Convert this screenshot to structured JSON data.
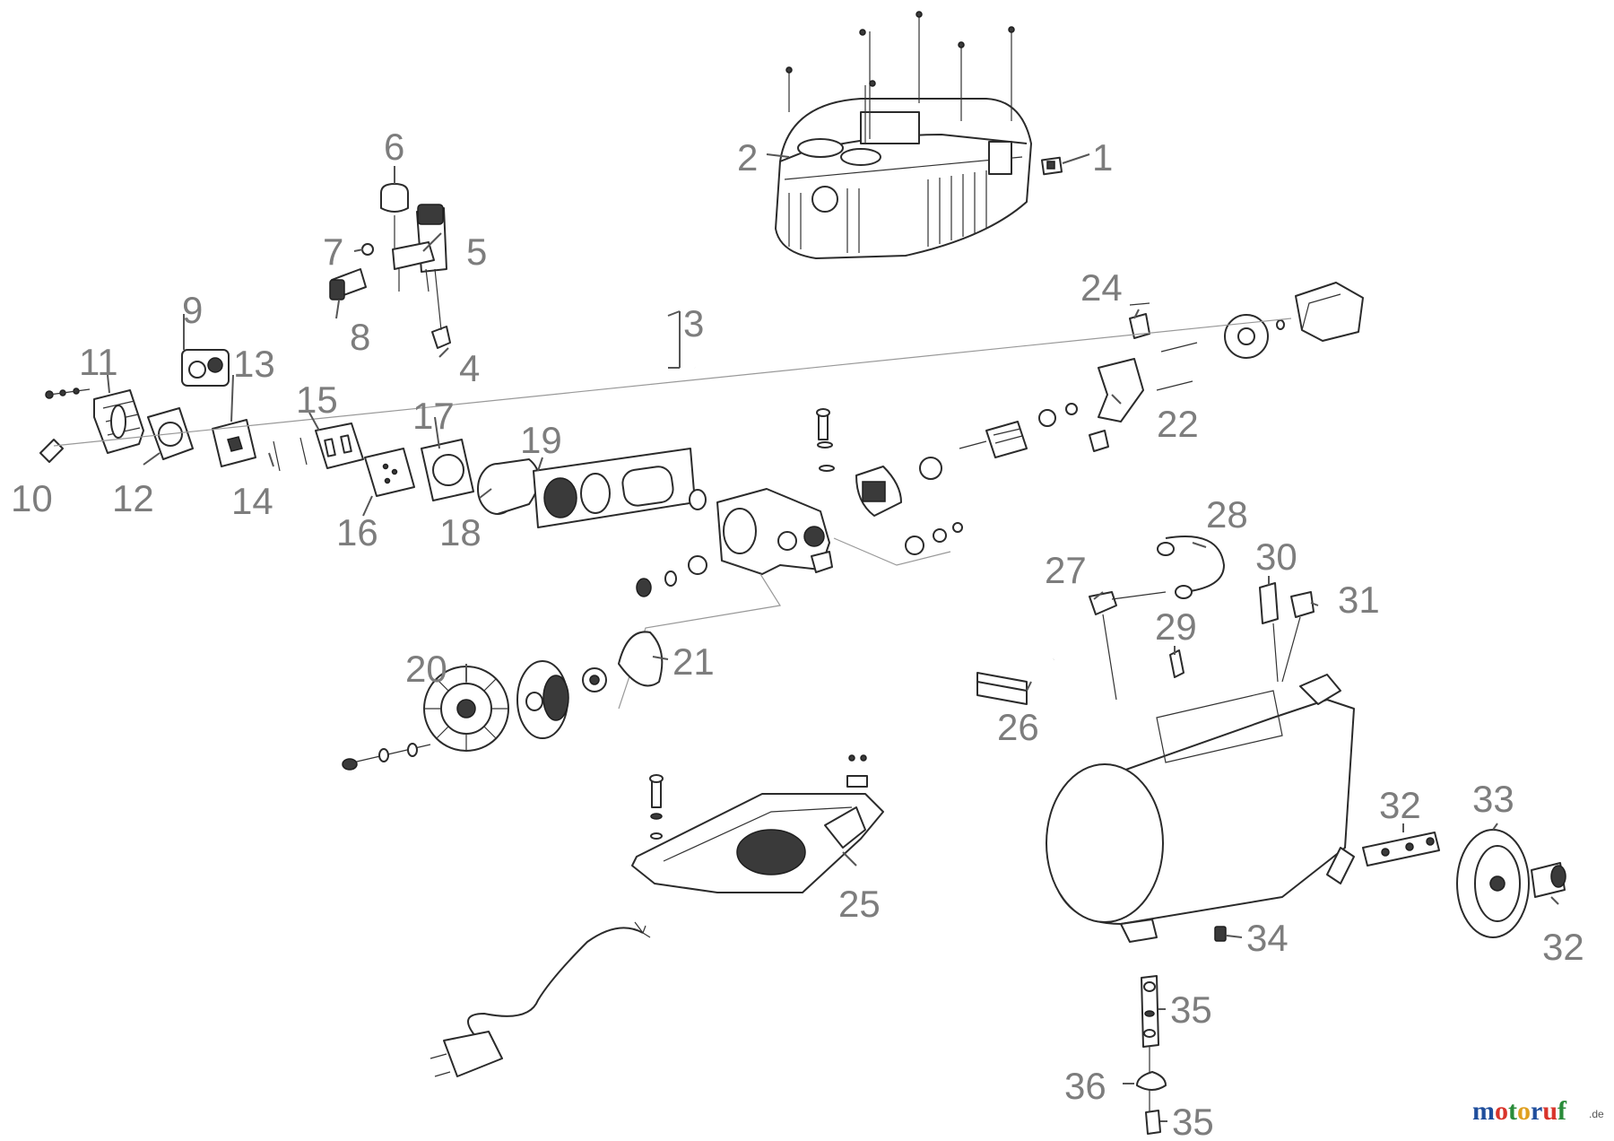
{
  "diagram": {
    "labels": [
      {
        "id": "p1",
        "text": "1"
      },
      {
        "id": "p2",
        "text": "2"
      },
      {
        "id": "p3",
        "text": "3"
      },
      {
        "id": "p4",
        "text": "4"
      },
      {
        "id": "p5",
        "text": "5"
      },
      {
        "id": "p6",
        "text": "6"
      },
      {
        "id": "p7",
        "text": "7"
      },
      {
        "id": "p8",
        "text": "8"
      },
      {
        "id": "p9",
        "text": "9"
      },
      {
        "id": "p10",
        "text": "10"
      },
      {
        "id": "p11",
        "text": "11"
      },
      {
        "id": "p12",
        "text": "12"
      },
      {
        "id": "p13",
        "text": "13"
      },
      {
        "id": "p14",
        "text": "14"
      },
      {
        "id": "p15",
        "text": "15"
      },
      {
        "id": "p16",
        "text": "16"
      },
      {
        "id": "p17",
        "text": "17"
      },
      {
        "id": "p18",
        "text": "18"
      },
      {
        "id": "p19",
        "text": "19"
      },
      {
        "id": "p20",
        "text": "20"
      },
      {
        "id": "p21",
        "text": "21"
      },
      {
        "id": "p22",
        "text": "22"
      },
      {
        "id": "p24",
        "text": "24"
      },
      {
        "id": "p25",
        "text": "25"
      },
      {
        "id": "p26",
        "text": "26"
      },
      {
        "id": "p27",
        "text": "27"
      },
      {
        "id": "p28",
        "text": "28"
      },
      {
        "id": "p29",
        "text": "29"
      },
      {
        "id": "p30",
        "text": "30"
      },
      {
        "id": "p31",
        "text": "31"
      },
      {
        "id": "p32a",
        "text": "32"
      },
      {
        "id": "p32b",
        "text": "32"
      },
      {
        "id": "p33",
        "text": "33"
      },
      {
        "id": "p34",
        "text": "34"
      },
      {
        "id": "p35a",
        "text": "35"
      },
      {
        "id": "p35b",
        "text": "35"
      },
      {
        "id": "p36",
        "text": "36"
      }
    ]
  },
  "watermark": {
    "letters": [
      "m",
      "o",
      "t",
      "o",
      "r",
      "u",
      "f"
    ],
    "colors": [
      "#1f4e9c",
      "#d9342b",
      "#2a8c3a",
      "#e0a020",
      "#1f4e9c",
      "#d9342b",
      "#2a8c3a"
    ],
    "suffix": ".de"
  }
}
